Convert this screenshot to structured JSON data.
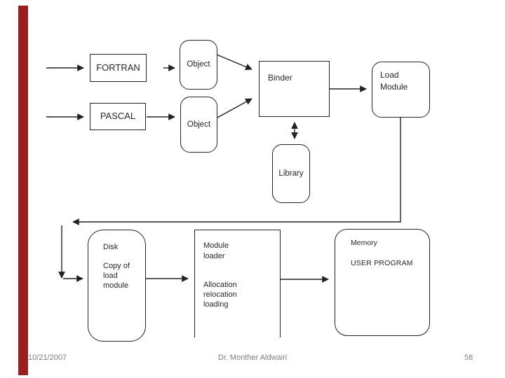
{
  "slide": {
    "footer": {
      "date": "10/21/2007",
      "author": "Dr. Monther Aldwairi",
      "page_number": "58"
    },
    "colors": {
      "accent_bar": "#9A1D20",
      "line": "#222222",
      "box_text": "#262626",
      "footer_text": "#7E7E7E",
      "background": "#FFFFFF"
    }
  },
  "diagram": {
    "nodes": {
      "fortran": {
        "label": "FORTRAN"
      },
      "pascal": {
        "label": "PASCAL"
      },
      "object_top": {
        "label": "Object"
      },
      "object_bottom": {
        "label": "Object"
      },
      "binder": {
        "label": "Binder"
      },
      "load_module": {
        "label": "Load\nModule"
      },
      "library": {
        "label": "Library"
      },
      "disk": {
        "label": "Disk",
        "sublabel": "Copy of\nload\nmodule"
      },
      "module_loader": {
        "label": "Module\nloader",
        "sublabel": "Allocation\nrelocation\nloading"
      },
      "memory": {
        "label": "Memory",
        "sublabel": "USER PROGRAM"
      }
    }
  }
}
